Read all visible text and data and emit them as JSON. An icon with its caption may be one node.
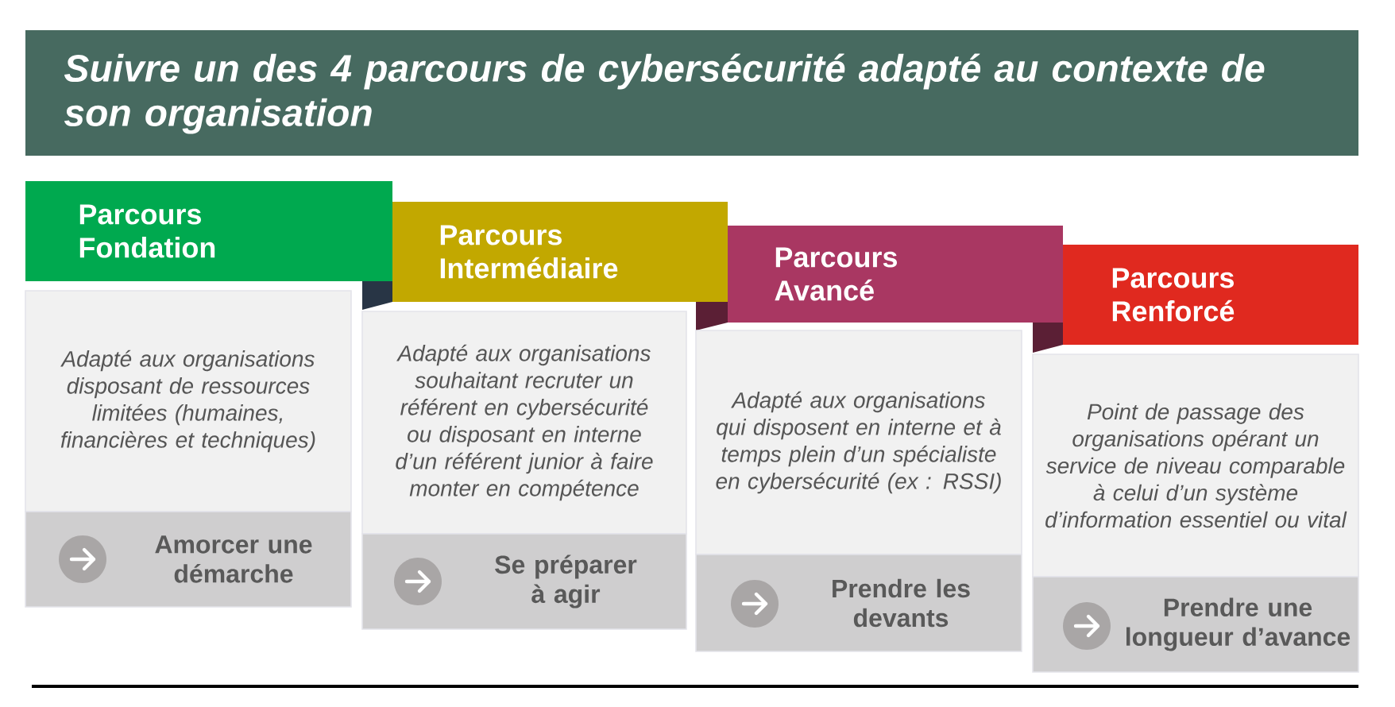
{
  "diagram": {
    "title": "Suivre un des 4 parcours de cybersécurité adapté au contexte de son organisation",
    "nodes": [
      {
        "text": [
          "Parcours Fondation"
        ]
      },
      {
        "text": [
          "Adapté aux organisations disposant de ressources limitées (humaines, financières et techniques)"
        ]
      },
      {
        "text": [
          "Amorcer une démarche"
        ]
      },
      {
        "text": [
          "Parcours Intermédiaire"
        ]
      },
      {
        "text": [
          "Adapté aux organisations souhaitant recruter un référent en cybersécurité ou disposant en interne d’un référent junior à faire monter en compétence"
        ]
      },
      {
        "text": [
          "Se préparer à agir"
        ]
      },
      {
        "text": [
          "Parcours Avancé"
        ]
      },
      {
        "text": [
          "Adapté aux organisations qui disposent en interne et à temps plein d’un spécialiste en cybersécurité (ex : RSSI)"
        ]
      },
      {
        "text": [
          "Prendre les devants"
        ]
      },
      {
        "text": [
          "Parcours Renforcé"
        ]
      },
      {
        "text": [
          "Point de passage des organisations opérant un service de niveau comparable à celui d’un système d’information essentiel ou vital"
        ]
      },
      {
        "text": [
          "Prendre une longueur d’avance"
        ]
      }
    ]
  }
}
